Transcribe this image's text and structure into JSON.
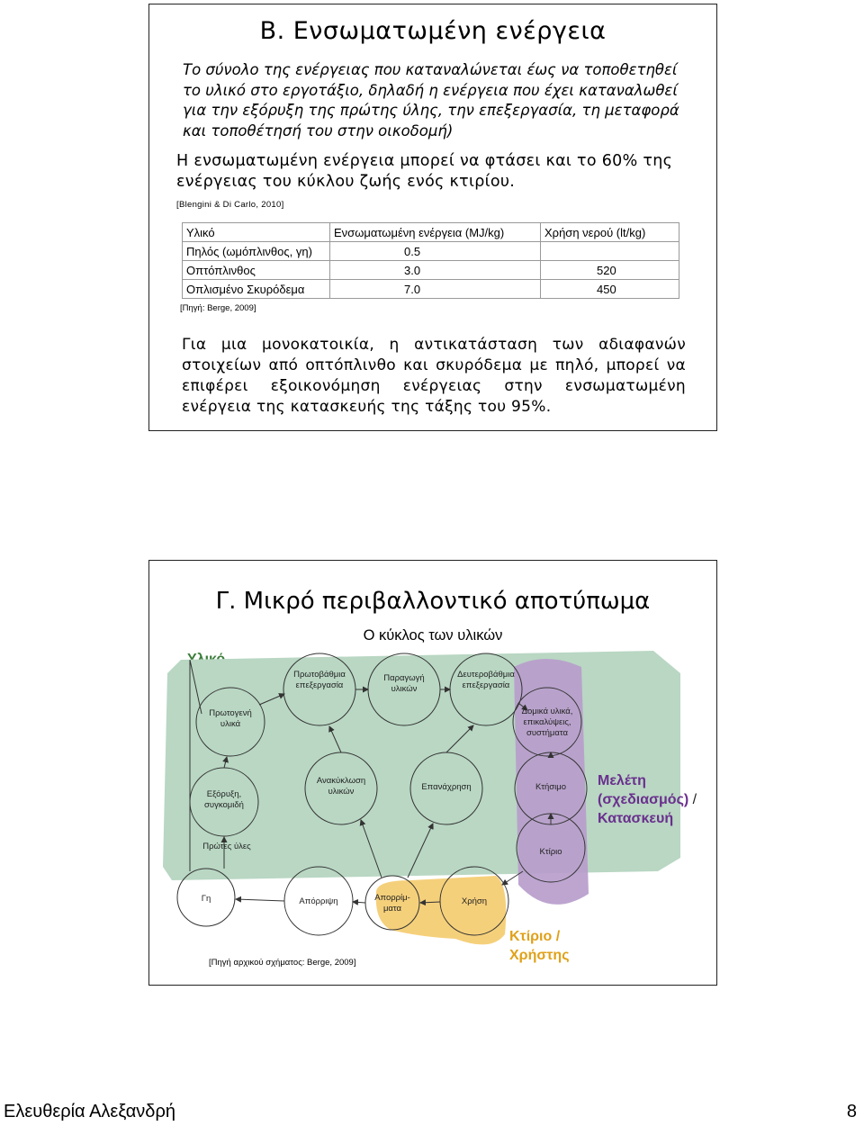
{
  "slide1": {
    "title": "Β. Ενσωματωμένη ενέργεια",
    "italic_text": "Το σύνολο της ενέργειας που καταναλώνεται έως να τοποθετηθεί το υλικό στο εργοτάξιο, δηλαδή η ενέργεια που έχει καταναλωθεί για την εξόρυξη της πρώτης ύλης, την επεξεργασία, τη μεταφορά και τοποθέτησή του στην οικοδομή)",
    "text_2": "Η ενσωματωμένη ενέργεια μπορεί να φτάσει και το 60% της ενέργειας του κύκλου ζωής ενός κτιρίου.",
    "citation_1": "[Blengini & Di Carlo, 2010]",
    "table": {
      "headers": [
        "Υλικό",
        "Ενσωματωμένη ενέργεια (MJ/kg)",
        "Χρήση νερού (lt/kg)"
      ],
      "rows": [
        [
          "Πηλός (ωμόπλινθος, γη)",
          "0.5",
          ""
        ],
        [
          "Οπτόπλινθος",
          "3.0",
          "520"
        ],
        [
          "Οπλισμένο Σκυρόδεμα",
          "7.0",
          "450"
        ]
      ]
    },
    "citation_2": "[Πηγή: Berge, 2009]",
    "text_3": "Για μια μονοκατοικία, η αντικατάσταση των αδιαφανών στοιχείων από οπτόπλινθο και σκυρόδεμα με πηλό, μπορεί να επιφέρει εξοικονόμηση ενέργειας στην ενσωματωμένη ενέργεια της κατασκευής της τάξης του 95%."
  },
  "slide2": {
    "title": "Γ. Μικρό περιβαλλοντικό αποτύπωμα",
    "subtitle": "Ο κύκλος των υλικών",
    "label_material": "Υλικό",
    "label_study_1": "Μελέτη",
    "label_study_2": "(σχεδιασμός)",
    "label_study_slash": " /",
    "label_study_3": "Κατασκευή",
    "label_building_1": "Κτίριο /",
    "label_building_2": "Χρήστης",
    "diagram": {
      "primary_processing": [
        "Πρωτοβάθμια",
        "επεξεργασία"
      ],
      "product_manufacture": [
        "Παραγωγή",
        "υλικών"
      ],
      "secondary_processing": [
        "Δευτεροβάθμια",
        "επεξεργασία"
      ],
      "raw_materials": [
        "Πρωτογενή",
        "υλικά"
      ],
      "building_materials": [
        "Δομικά υλικά,",
        "επικαλύψεις,",
        "συστήματα"
      ],
      "recycled_materials": [
        "Ανακύκλωση",
        "υλικών"
      ],
      "reuse": "Επανάχρηση",
      "construction": "Κτήσιμο",
      "extraction": [
        "Εξόρυξη,",
        "συγκομιδή"
      ],
      "raw_resources": "Πρώτες ύλες",
      "building": "Κτίριο",
      "earth": "Γη",
      "disposal": "Απόρριψη",
      "waste": [
        "Απορρίμ-",
        "ματα"
      ],
      "use": "Χρήση"
    },
    "citation": "[Πηγή αρχικού σχήματος: Berge, 2009]"
  },
  "footer": {
    "author": "Ελευθερία Αλεξανδρή",
    "page": "8"
  }
}
